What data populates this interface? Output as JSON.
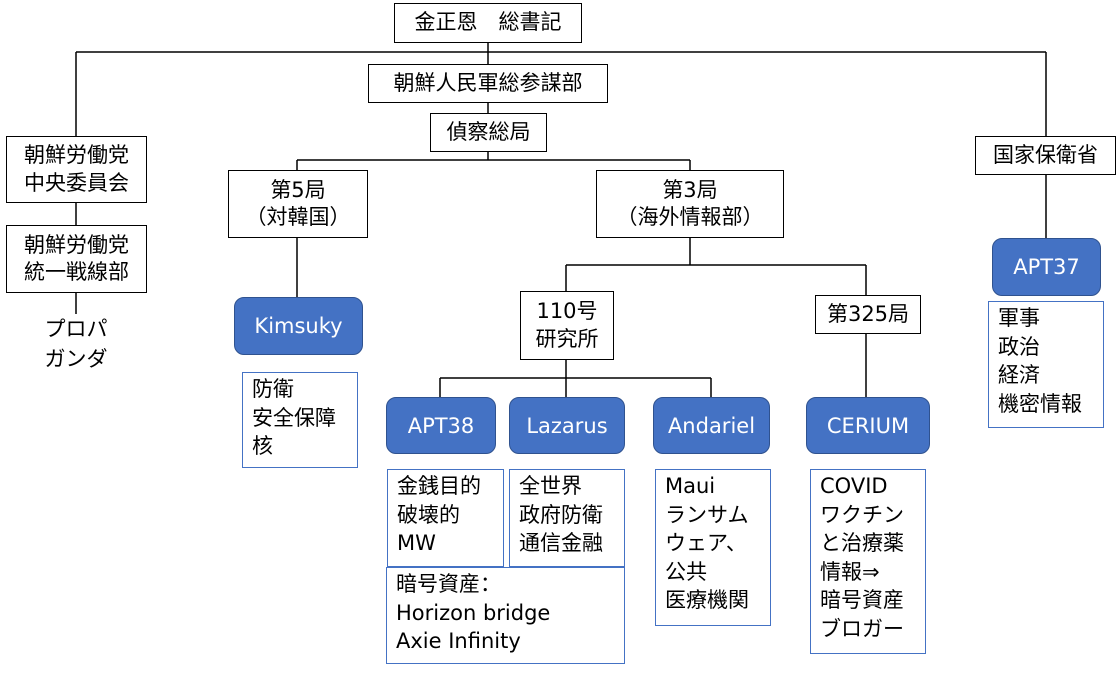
{
  "nodes": {
    "leader": "金正恩　総書記",
    "general_staff": "朝鮮人民軍総参謀部",
    "rgb": "偵察総局",
    "central_committee": "朝鮮労働党\n中央委員会",
    "united_front": "朝鮮労働党\n統一戦線部",
    "bureau5": "第5局\n（対韓国）",
    "bureau3": "第3局\n（海外情報部）",
    "lab110": "110号\n研究所",
    "bureau325": "第325局",
    "mss": "国家保衛省"
  },
  "free_text": {
    "propaganda": "プロパ\nガンダ"
  },
  "groups": {
    "kimsuky": "Kimsuky",
    "apt38": "APT38",
    "lazarus": "Lazarus",
    "andariel": "Andariel",
    "cerium": "CERIUM",
    "apt37": "APT37"
  },
  "notes": {
    "kimsuky_targets": "防衛\n安全保障\n核",
    "apt38_targets": "金銭目的\n破壊的\nMW",
    "lazarus_targets": "全世界\n政府防衛\n通信金融",
    "crypto": "暗号資産：\nHorizon bridge\nAxie Infinity",
    "andariel_targets": "Maui\nランサム\nウェア、\n公共\n医療機関",
    "cerium_targets": "COVID\nワクチン\nと治療薬\n情報⇒\n暗号資産\nブロガー",
    "apt37_targets": "軍事\n政治\n経済\n機密情報"
  },
  "colors": {
    "group_fill": "#4472c4",
    "group_border": "#2f528f",
    "note_border": "#4472c4",
    "line": "#000000"
  }
}
